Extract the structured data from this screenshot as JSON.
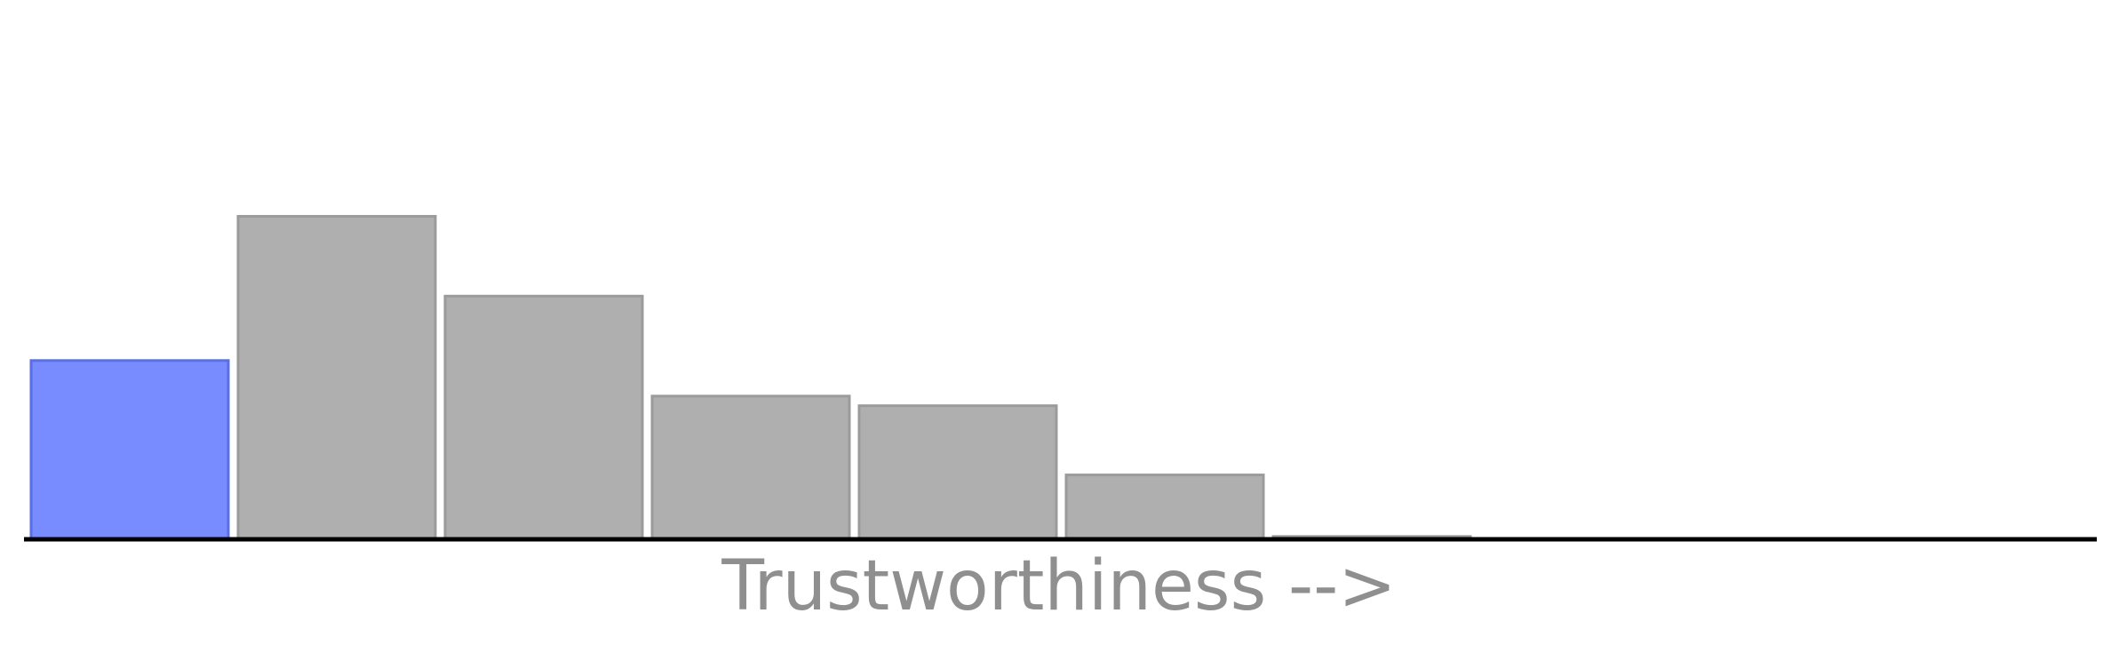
{
  "chart_data": {
    "type": "bar",
    "title": "",
    "xlabel": "Trustworthiness -->",
    "ylabel": "",
    "values": [
      18.5,
      33.5,
      25.2,
      14.8,
      13.8,
      6.6,
      0.2,
      0,
      0,
      0
    ],
    "ylim": [
      0,
      56
    ],
    "highlight_index": 0,
    "colors": {
      "highlight_fill": "#788cff",
      "highlight_stroke": "#5a6ee6",
      "bar_fill": "#afafaf",
      "bar_stroke": "#9b9b9b",
      "axis": "#000000",
      "label": "#8f8f8f"
    },
    "grid": false,
    "legend": "none"
  }
}
